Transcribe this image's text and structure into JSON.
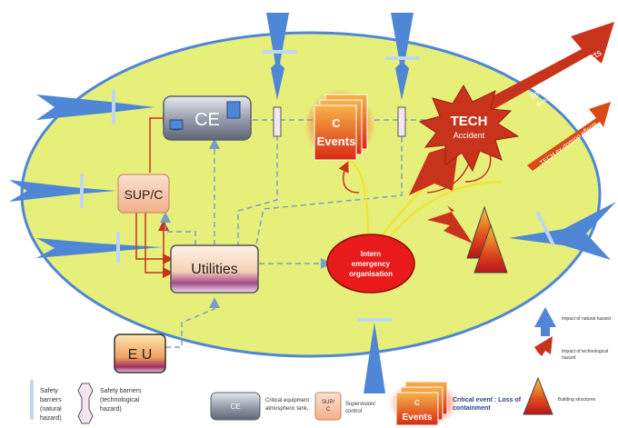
{
  "nodes": {
    "ce": "CE",
    "supc": "SUP/C",
    "utilities": "Utilities",
    "eu": "E U",
    "c_events_c": "C",
    "c_events_label": "Events",
    "tech_title": "TECH",
    "tech_sub": "Accident",
    "intern_1": "Intern",
    "intern_2": "emergency",
    "intern_3": "organisation"
  },
  "arrows": {
    "tech_effects_line1": "Technological effects",
    "tech_effects_line2": "fires, explosions and toxic dispersions",
    "tech_ex_domino": "TECH ex-domino effects"
  },
  "legend": {
    "natural_barrier": [
      "Safety",
      "barriers",
      "(natural",
      "hazard)"
    ],
    "tech_barrier": [
      "Safety barriers",
      "(technological",
      "hazard)"
    ],
    "critical_equipment_icon": "CE",
    "critical_equipment": [
      "Critical equipment :",
      "atmospheric tank,"
    ],
    "supc_icon": [
      "SUP/",
      "C"
    ],
    "supervision": [
      "Supervision/",
      "control"
    ],
    "c_events_c": "C",
    "c_events_label": "Events",
    "critical_event": [
      "Critical event : Loss of",
      "containment"
    ],
    "building": "Building structures",
    "natural_impact": "Impact of natural hazard",
    "tech_impact": [
      "Impact of technological",
      "hazard"
    ]
  },
  "colors": {
    "ellipse_fill": "#e5ef7a",
    "natural_blue": "#4f86d6",
    "tech_red": "#c8331c",
    "intern_red": "#e81a1a",
    "dash_line": "#7aa0c8"
  }
}
